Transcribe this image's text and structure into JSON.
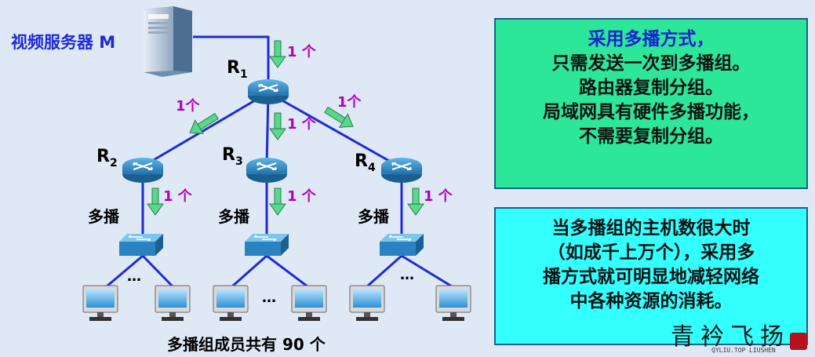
{
  "server": {
    "label": "视频服务器 M"
  },
  "routers": [
    {
      "name": "R",
      "sub": "1"
    },
    {
      "name": "R",
      "sub": "2"
    },
    {
      "name": "R",
      "sub": "3"
    },
    {
      "name": "R",
      "sub": "4"
    }
  ],
  "arrow_labels": {
    "r1_in": "1 个",
    "r1_to_r2": "1个",
    "r1_to_r3": "1 个",
    "r1_to_r4": "1个",
    "r2_down": "1 个",
    "r3_down": "1 个",
    "r4_down": "1 个"
  },
  "multicast_labels": [
    "多播",
    "多播",
    "多播"
  ],
  "ellipsis": "…",
  "caption": "多播组成员共有 90 个",
  "info_green": {
    "lines": [
      "采用多播方式，",
      "只需发送一次到多播组。",
      "路由器复制分组。",
      "局域网具有硬件多播功能，",
      "不需要复制分组。"
    ]
  },
  "info_cyan": {
    "lines": [
      "当多播组的主机数很大时",
      "（如成千上万个），采用多",
      "播方式就可明显地减轻网络",
      "中各种资源的消耗。"
    ]
  },
  "watermark": {
    "text": "青衿飞扬",
    "sub1": "QYLIU.TOP",
    "sub2": "LIUSHEN"
  },
  "colors": {
    "background": "#dfe9f5",
    "link": "#1f2ad6",
    "arrow": "#58d88a",
    "count_label": "#b000c0",
    "green_box": "#2ce79a",
    "cyan_box": "#33ffff"
  }
}
